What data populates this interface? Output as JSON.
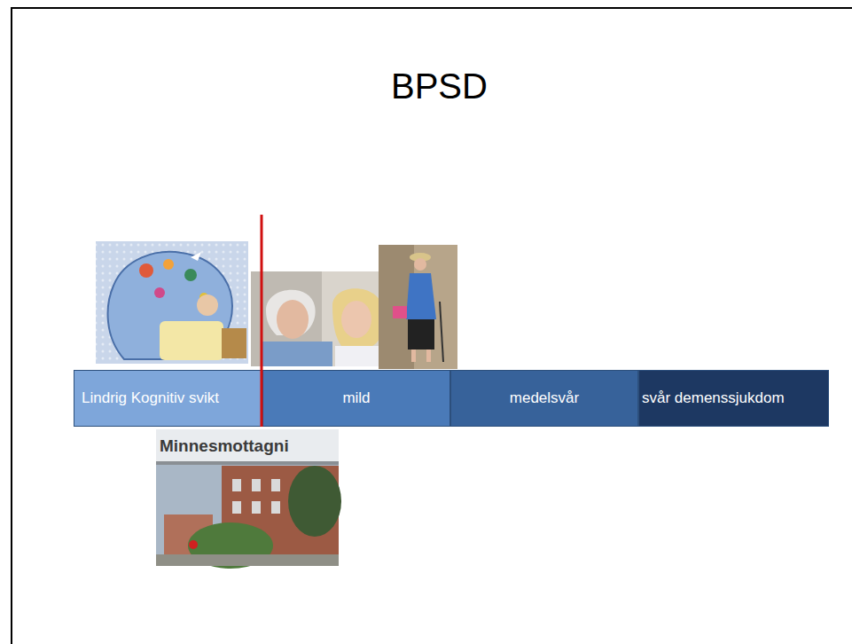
{
  "diagram": {
    "title": "BPSD",
    "nodes": [
      {
        "text": [
          "Lindrig Kognitiv svikt"
        ]
      },
      {
        "text": [
          "mild"
        ]
      },
      {
        "text": [
          "medelsvår"
        ]
      },
      {
        "text": [
          "svår demenssjukdom"
        ]
      }
    ],
    "labels": [
      "Minnesmottagni"
    ]
  }
}
